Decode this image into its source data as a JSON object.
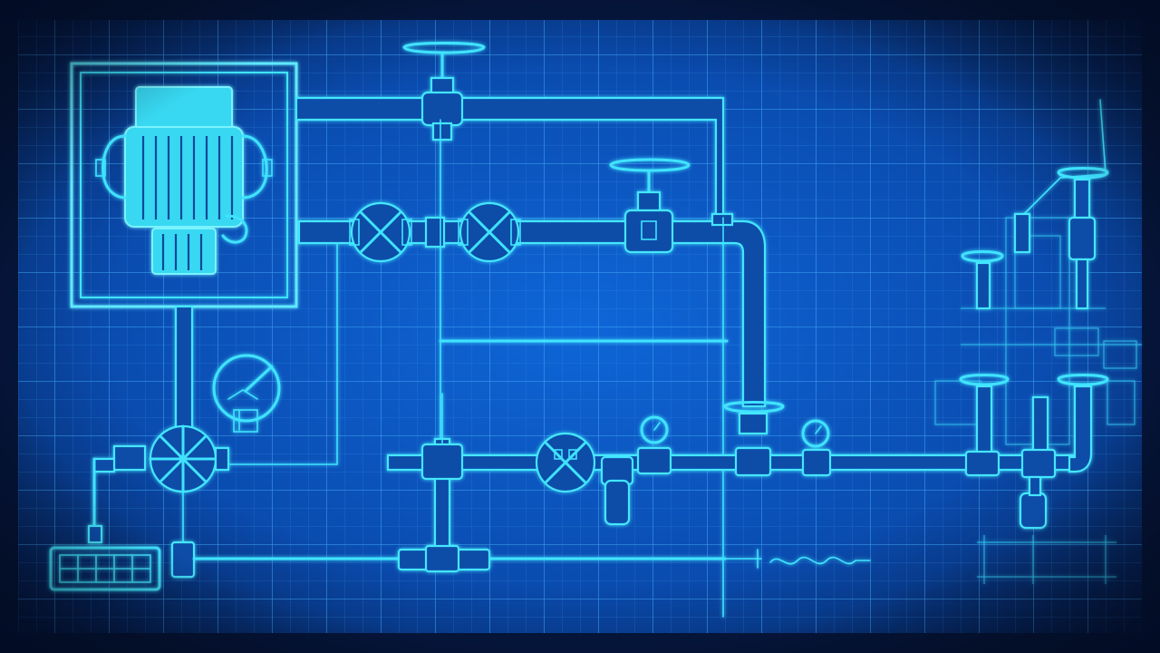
{
  "diagram": {
    "kind": "piping-schematic",
    "style": "blueprint",
    "colors": {
      "background": "#05153a",
      "panel": "#0a56c4",
      "line": "#3fe3ff",
      "grid": "#2f8fe6"
    },
    "components": [
      {
        "name": "electric-motor",
        "icon": "motor-icon"
      },
      {
        "name": "pressure-gauge",
        "icon": "gauge-icon"
      },
      {
        "name": "centrifugal-pump",
        "icon": "pump-icon"
      },
      {
        "name": "butterfly-valve-1",
        "icon": "butterfly-valve-icon"
      },
      {
        "name": "butterfly-valve-2",
        "icon": "butterfly-valve-icon"
      },
      {
        "name": "gate-valve-top",
        "icon": "gate-valve-icon"
      },
      {
        "name": "gate-valve-mid",
        "icon": "gate-valve-icon"
      },
      {
        "name": "check-valve-bottom",
        "icon": "butterfly-valve-icon"
      },
      {
        "name": "pressure-gauge-bottom-1",
        "icon": "gauge-icon"
      },
      {
        "name": "pressure-gauge-bottom-2",
        "icon": "gauge-icon"
      },
      {
        "name": "valve-manifold-right",
        "icon": "manifold-icon"
      },
      {
        "name": "base-skid",
        "icon": "skid-icon"
      }
    ]
  }
}
